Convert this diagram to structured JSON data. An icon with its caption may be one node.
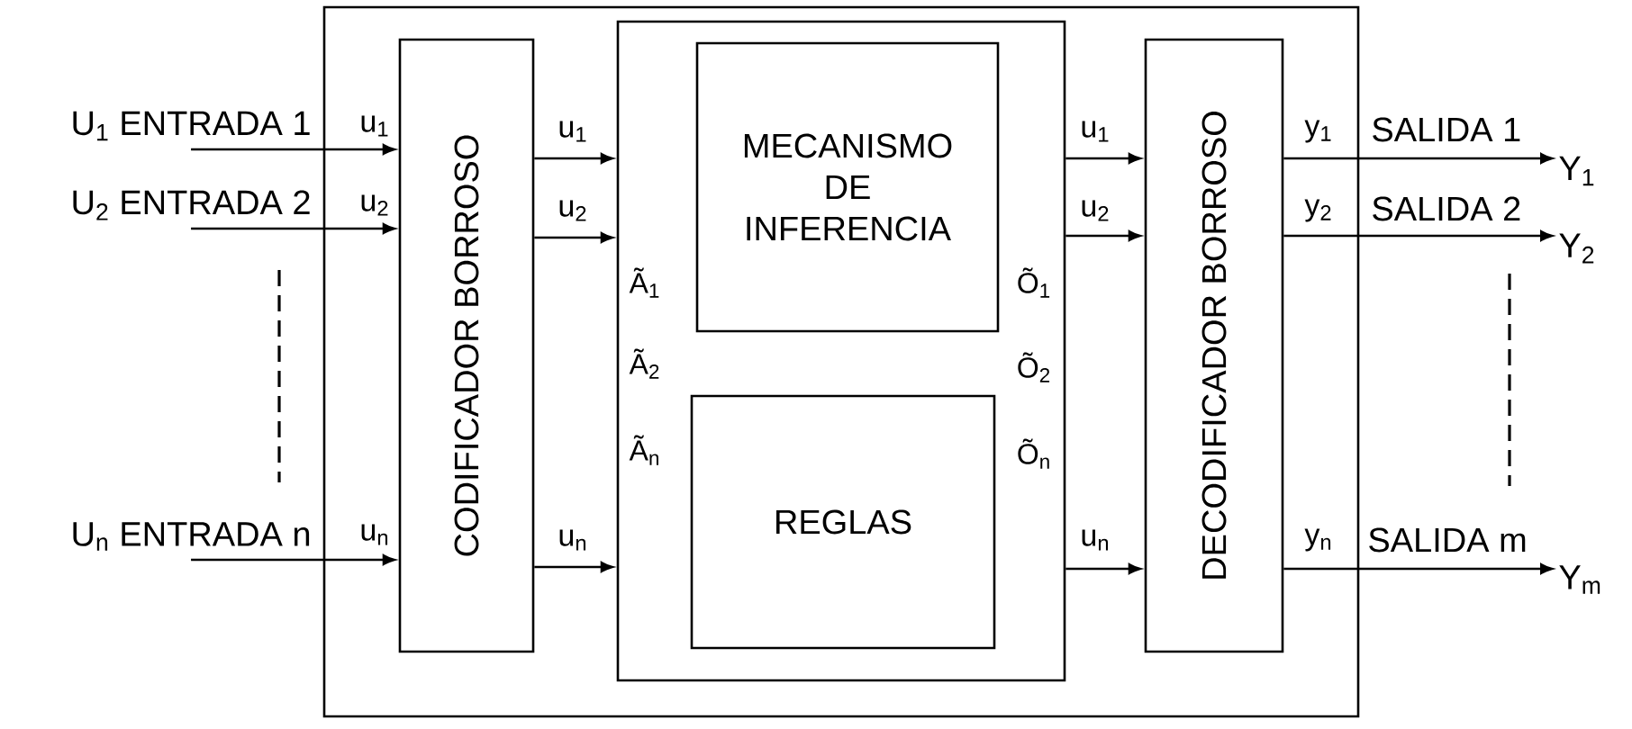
{
  "diagram": {
    "nodes": [
      {
        "text": [],
        "shape": "box"
      },
      {
        "text": [
          "CODIFICADOR BORROSO"
        ],
        "in": 0
      },
      {
        "text": [],
        "shape": "box",
        "in": 0
      },
      {
        "text": [
          "MECANISMO DE INFERENCIA"
        ],
        "in": 2
      },
      {
        "text": [
          "REGLAS"
        ],
        "in": 2
      },
      {
        "text": [
          "DECODIFICADOR BORROSO"
        ],
        "in": 0
      },
      {
        "text": [
          "Y$_{1}$"
        ]
      },
      {
        "text": [
          "Y$_{2}$"
        ]
      },
      {
        "text": [
          "Y$_{m}$"
        ]
      },
      {
        "text": [
          "U$_{1}$ ENTRADA 1"
        ]
      },
      {
        "text": [
          "U$_{2}$ ENTRADA 2"
        ]
      },
      {
        "text": [
          "U$_{n}$ ENTRADA n"
        ]
      }
    ],
    "edges": [
      {
        "from": 9,
        "to": 1,
        "arrow": "to",
        "label": "u$_{1}$"
      },
      {
        "from": 10,
        "to": 1,
        "arrow": "to",
        "label": "u$_{2}$"
      },
      {
        "from": 11,
        "to": 1,
        "arrow": "to",
        "label": "u$_{n}$"
      },
      {
        "from": 1,
        "to": 2,
        "arrow": "to",
        "label": "u$_{1}$"
      },
      {
        "from": 1,
        "to": 2,
        "arrow": "to",
        "label": "u$_{2}$"
      },
      {
        "from": 1,
        "to": 2,
        "arrow": "to",
        "label": "u$_{n}$"
      },
      {
        "from": 2,
        "to": 5,
        "arrow": "to",
        "label": "u$_{1}$"
      },
      {
        "from": 2,
        "to": 5,
        "arrow": "to",
        "label": "u$_{2}$"
      },
      {
        "from": 2,
        "to": 5,
        "arrow": "to",
        "label": "u$_{n}$"
      },
      {
        "from": 5,
        "to": 6,
        "arrow": "to",
        "label": "y$_{1}$"
      },
      {
        "from": 5,
        "to": 7,
        "arrow": "to",
        "label": "y$_{2}$"
      },
      {
        "from": 5,
        "to": 8,
        "arrow": "to",
        "label": "y$_{n}$"
      }
    ],
    "labels": [
      "Ã$_{1}$",
      "Ã$_{2}$",
      "Ã$_{n}$",
      "Õ$_{1}$",
      "Õ$_{2}$",
      "Õ$_{n}$",
      "SALIDA 1",
      "SALIDA 2",
      "SALIDA m"
    ]
  }
}
